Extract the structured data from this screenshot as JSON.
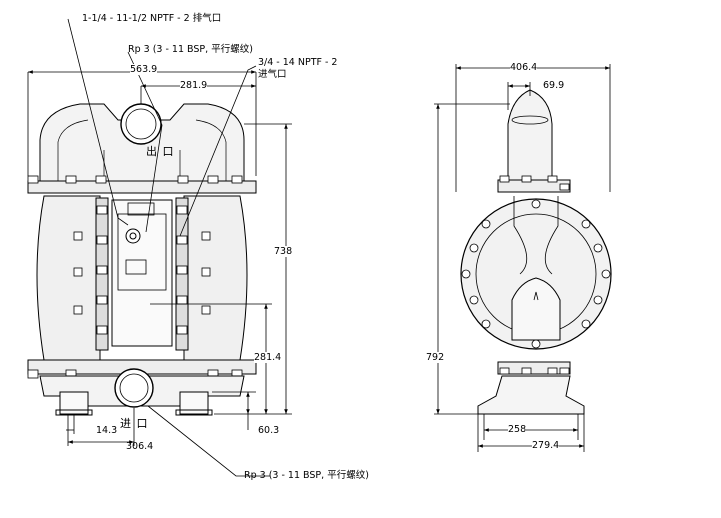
{
  "front_view": {
    "callouts": {
      "exhaust": "1-1/4 - 11-1/2 NPTF - 2 排气口",
      "outlet_thread": "Rp 3 (3 - 11 BSP, 平行螺纹)",
      "air_inlet_line1": "3/4 - 14 NPTF - 2",
      "air_inlet_line2": "进气口",
      "inlet_thread": "Rp 3 (3 - 11 BSP, 平行螺纹)"
    },
    "port_labels": {
      "outlet": "出 口",
      "inlet": "进 口"
    },
    "dimensions": {
      "overall_width": "563.9",
      "outlet_offset": "281.9",
      "overall_height": "738",
      "inlet_height": "281.4",
      "inlet_port_offset": "306.4",
      "foot_width": "14.3",
      "base_height": "60.3"
    }
  },
  "side_view": {
    "dimensions": {
      "overall_depth": "406.4",
      "port_offset": "69.9",
      "overall_height": "792",
      "foot_spacing": "258",
      "base_depth": "279.4"
    }
  }
}
